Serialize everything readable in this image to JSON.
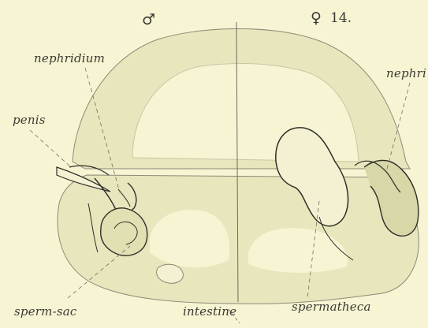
{
  "figure": {
    "number": "14.",
    "male_symbol": "♂",
    "female_symbol": "♀",
    "colors": {
      "background": "#f7f4d4",
      "tissue": "#e7e6bc",
      "line": "#3a3a32"
    }
  },
  "labels": {
    "nephridium_left": "nephridium",
    "penis": "penis",
    "nephridium_right": "nephri",
    "spermatheca": "spermatheca",
    "sperm_sac": "sperm-sac",
    "intestine": "intestine"
  }
}
